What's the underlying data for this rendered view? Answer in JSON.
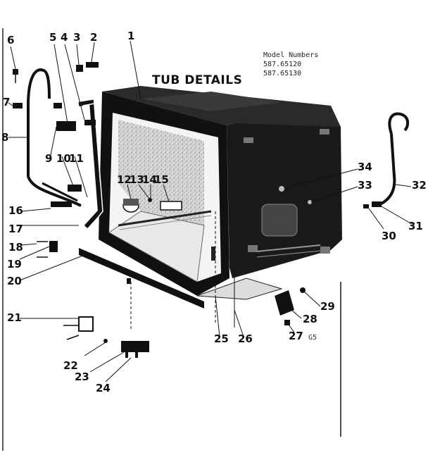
{
  "diagram": {
    "title": "TUB DETAILS",
    "model_numbers_label": "Model Numbers",
    "model_numbers": [
      "587.65120",
      "587.65130"
    ],
    "drawing_code": "G5",
    "callouts": [
      "1",
      "2",
      "3",
      "4",
      "5",
      "6",
      "7",
      "8",
      "9",
      "10",
      "11",
      "12",
      "13",
      "14",
      "15",
      "16",
      "17",
      "18",
      "19",
      "20",
      "21",
      "22",
      "23",
      "24",
      "25",
      "26",
      "27",
      "28",
      "29",
      "30",
      "31",
      "32",
      "33",
      "34"
    ]
  },
  "colors": {
    "ink": "#111111",
    "tub_body": "#1a1a1a",
    "paper": "#ffffff"
  }
}
